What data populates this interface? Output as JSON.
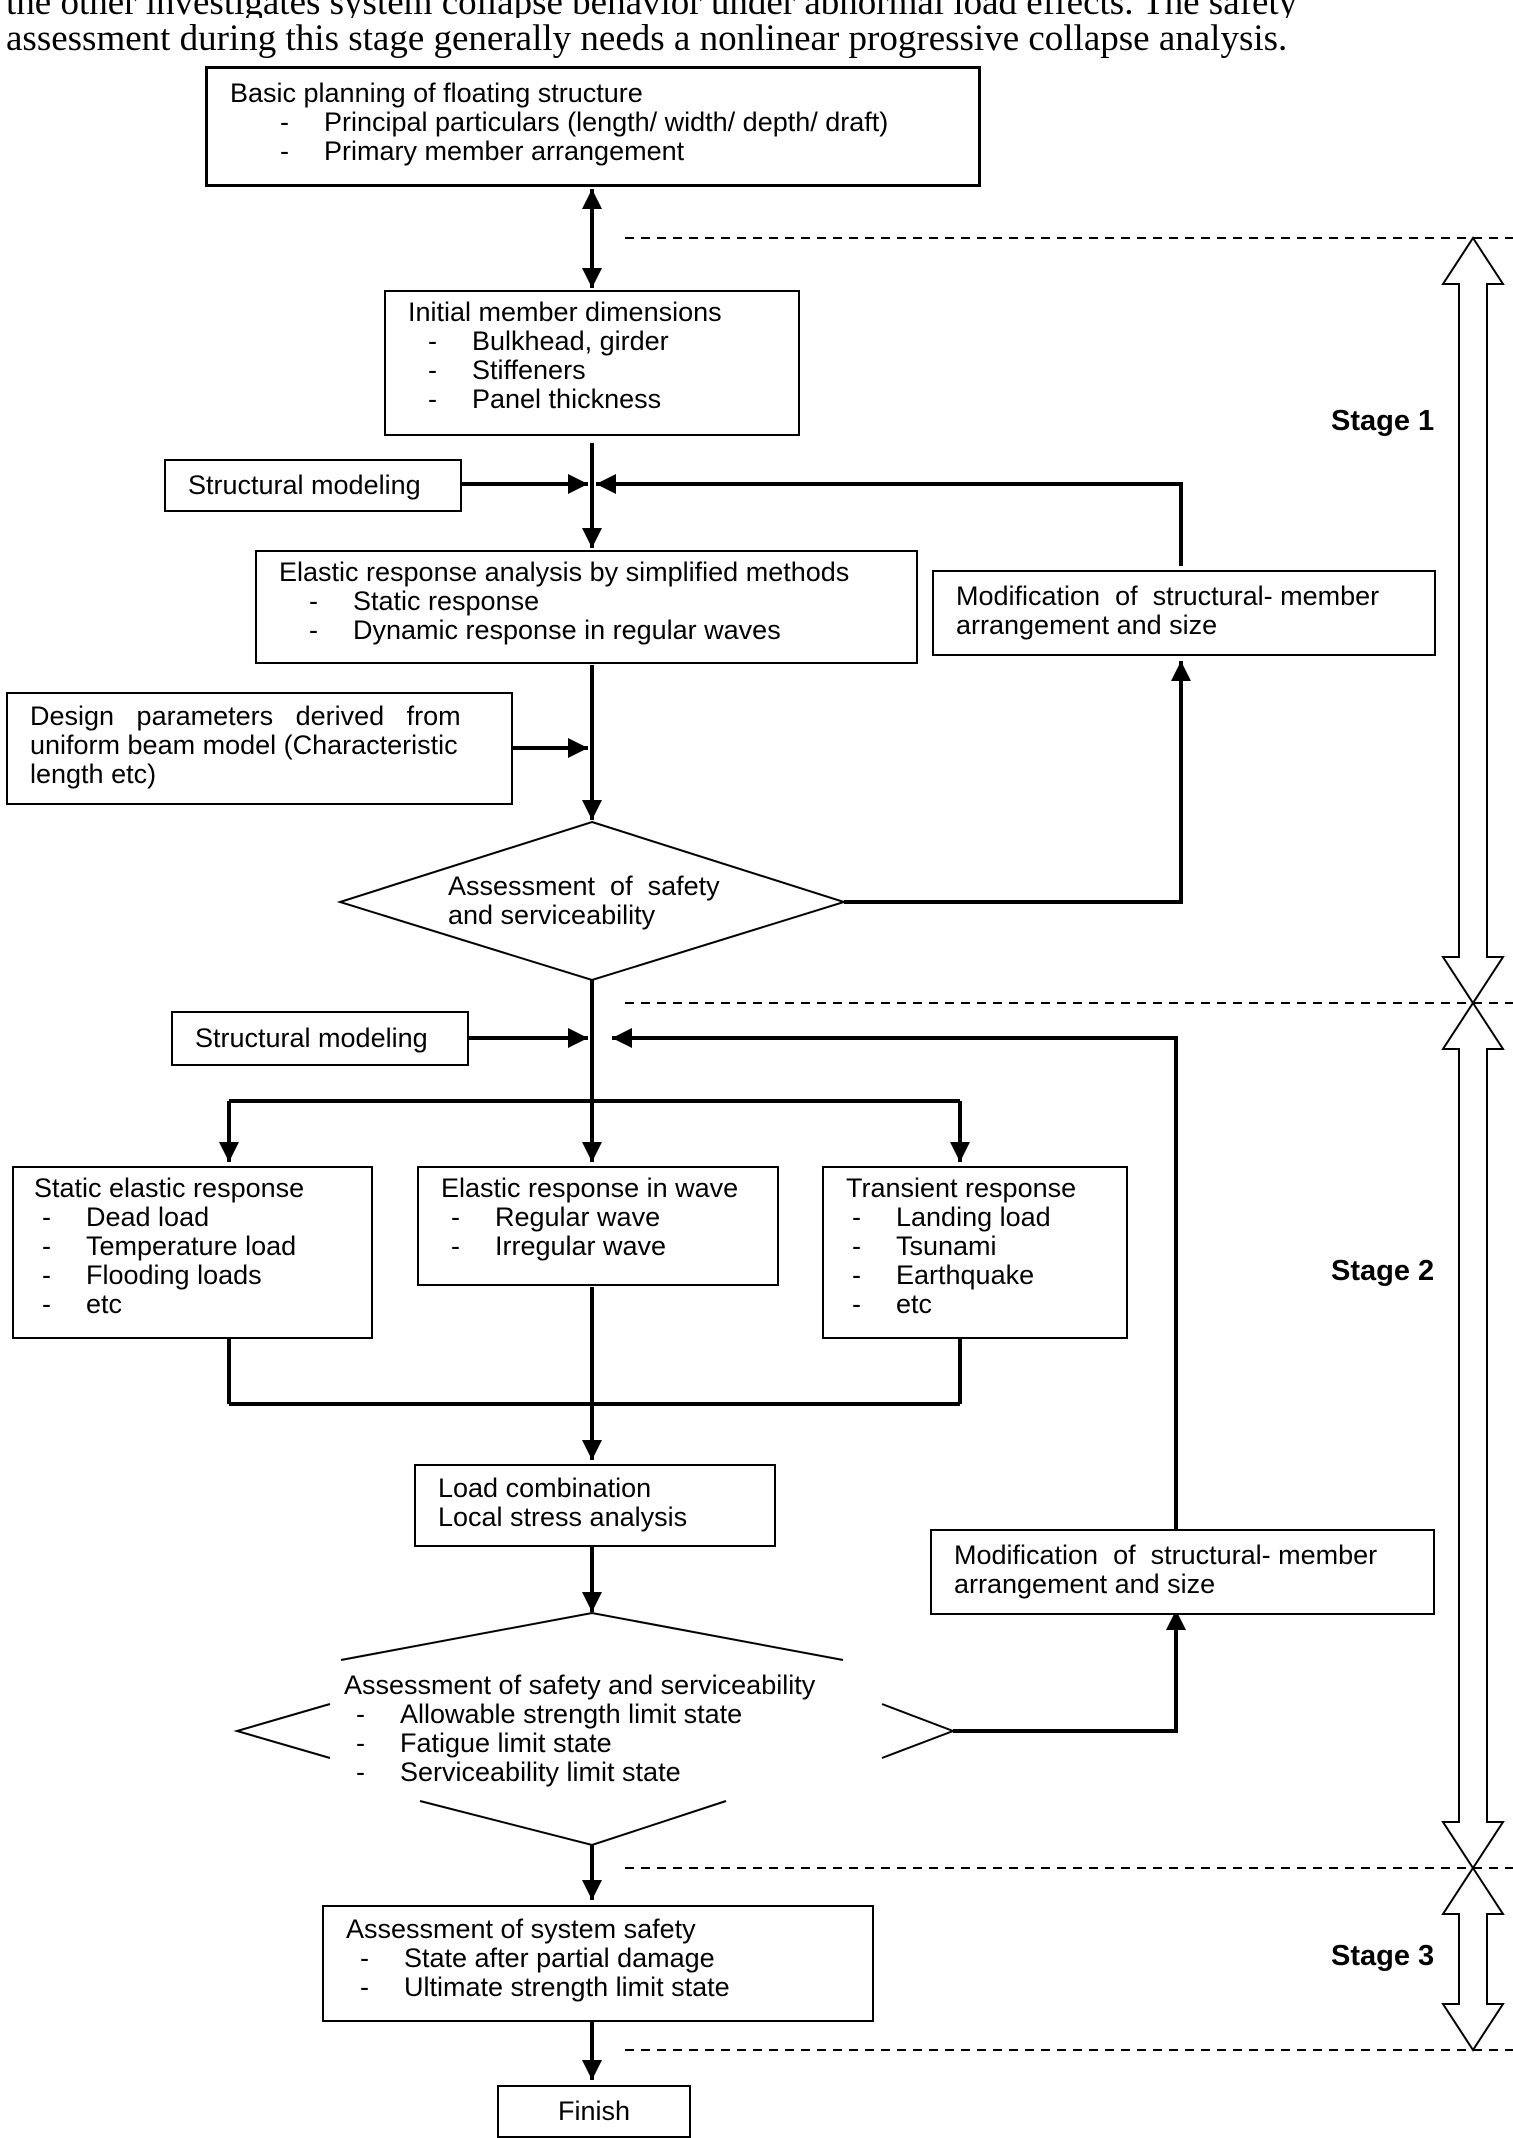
{
  "intro_text": {
    "line1": "the other investigates system collapse behavior under abnormal load effects.  The safety",
    "line2": "assessment during this stage generally needs a nonlinear progressive collapse analysis."
  },
  "stages": {
    "stage1": "Stage 1",
    "stage2": "Stage 2",
    "stage3": "Stage 3"
  },
  "basic_planning": {
    "title": "Basic planning of floating structure",
    "items": [
      "Principal particulars (length/ width/ depth/ draft)",
      "Primary member arrangement"
    ]
  },
  "initial_member": {
    "title": "Initial member dimensions",
    "items": [
      "Bulkhead, girder",
      "Stiffeners",
      "Panel thickness"
    ]
  },
  "structural_modeling_1": "Structural modeling",
  "elastic_simplified": {
    "title": "Elastic response analysis by simplified methods",
    "items": [
      "Static response",
      "Dynamic response in regular waves"
    ]
  },
  "modification_1": {
    "line1": "Modification  of  structural- member",
    "line2": "arrangement and size"
  },
  "design_params": {
    "line1": "Design   parameters   derived   from",
    "line2": "uniform beam model (Characteristic",
    "line3": "length etc)"
  },
  "assessment_1": {
    "line1": "Assessment  of  safety",
    "line2": "and serviceability"
  },
  "structural_modeling_2": "Structural modeling",
  "static_elastic": {
    "title": "Static elastic response",
    "items": [
      "Dead load",
      "Temperature load",
      "Flooding loads",
      "etc"
    ]
  },
  "elastic_wave": {
    "title": "Elastic response in wave",
    "items": [
      "Regular wave",
      "Irregular wave"
    ]
  },
  "transient": {
    "title": "Transient response",
    "items": [
      "Landing load",
      "Tsunami",
      "Earthquake",
      "etc"
    ]
  },
  "load_combination": {
    "line1": "Load combination",
    "line2": "Local stress analysis"
  },
  "modification_2": {
    "line1": "Modification  of  structural- member",
    "line2": "arrangement and size"
  },
  "assessment_2": {
    "title": "Assessment of safety and serviceability",
    "items": [
      "Allowable strength limit state",
      "Fatigue limit state",
      "Serviceability limit state"
    ]
  },
  "system_safety": {
    "title": "Assessment of system safety",
    "items": [
      "State after partial damage",
      "Ultimate strength limit state"
    ]
  },
  "finish": "Finish",
  "bullet": "-"
}
